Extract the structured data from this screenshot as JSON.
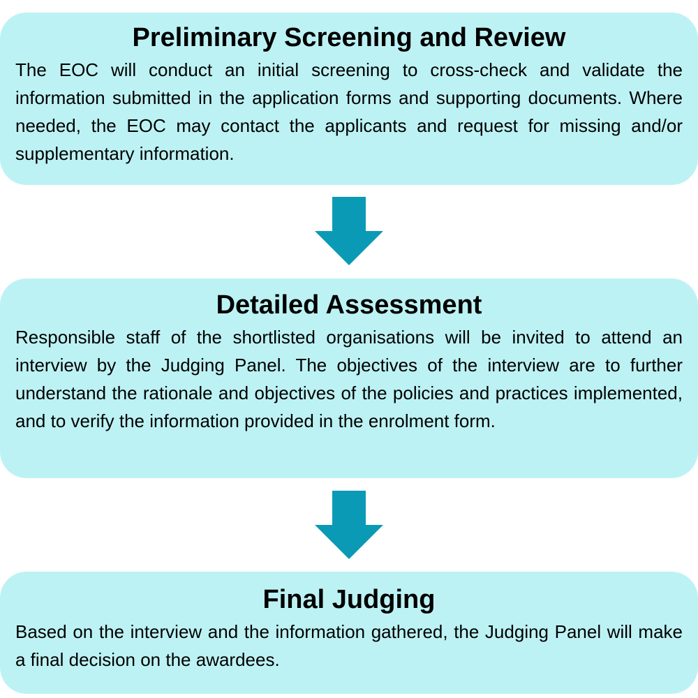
{
  "colors": {
    "box_fill": "#bdf2f4",
    "arrow_fill": "#0a9ab5",
    "text": "#000000"
  },
  "steps": [
    {
      "title": "Preliminary Screening and Review",
      "text": "The EOC will conduct an initial screening to cross-check and validate the information submitted in the application forms and supporting documents. Where needed, the EOC may contact the applicants and request for missing and/or supplementary information."
    },
    {
      "title": "Detailed Assessment",
      "text": "Responsible staff of the shortlisted organisations will be invited to attend an interview by the Judging Panel. The objectives of the interview are to further understand the rationale and objectives of the policies and practices implemented, and to verify the information provided in the enrolment form."
    },
    {
      "title": "Final Judging",
      "text": "Based on the interview and the information gathered, the Judging Panel will make a final decision on the awardees."
    }
  ],
  "connectors": [
    {
      "icon": "arrow-down-icon"
    },
    {
      "icon": "arrow-down-icon"
    }
  ]
}
